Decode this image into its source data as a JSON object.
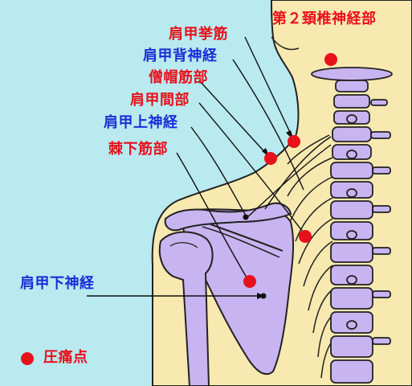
{
  "labels": {
    "c2_nerve": "第２頚椎神経部",
    "levator_scapulae": "肩甲挙筋",
    "dorsal_scapular_nerve": "肩甲背神経",
    "trapezius": "僧帽筋部",
    "interscapular": "肩甲間部",
    "suprascapular_nerve": "肩甲上神経",
    "infraspinatus": "棘下筋部",
    "subscapular_nerve": "肩甲下神経"
  },
  "legend": {
    "text": "圧痛点"
  },
  "colors": {
    "background": "#b8eaf0",
    "skin": "#f7e9b0",
    "bone": "#c8b4f0",
    "tender_point": "#e8101a",
    "nerve_label": "#1a2fd6",
    "muscle_label": "#e8101a",
    "outline": "#111111"
  }
}
